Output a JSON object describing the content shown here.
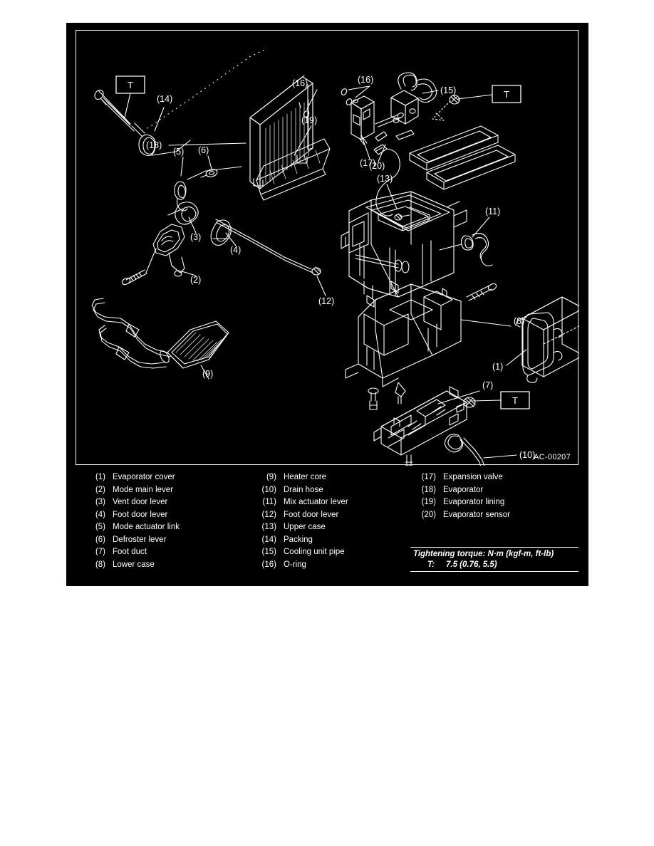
{
  "figure": {
    "code": "AC-00207",
    "torque_marker": "T",
    "callouts": [
      {
        "id": "1",
        "label": "(1)"
      },
      {
        "id": "2",
        "label": "(2)"
      },
      {
        "id": "3",
        "label": "(3)"
      },
      {
        "id": "4",
        "label": "(4)"
      },
      {
        "id": "5",
        "label": "(5)"
      },
      {
        "id": "6",
        "label": "(6)"
      },
      {
        "id": "7",
        "label": "(7)"
      },
      {
        "id": "8",
        "label": "(8)"
      },
      {
        "id": "9",
        "label": "(9)"
      },
      {
        "id": "10",
        "label": "(10)"
      },
      {
        "id": "11",
        "label": "(11)"
      },
      {
        "id": "12",
        "label": "(12)"
      },
      {
        "id": "13",
        "label": "(13)"
      },
      {
        "id": "14",
        "label": "(14)"
      },
      {
        "id": "15",
        "label": "(15)"
      },
      {
        "id": "16a",
        "label": "(16)"
      },
      {
        "id": "16b",
        "label": "(16)"
      },
      {
        "id": "17",
        "label": "(17)"
      },
      {
        "id": "18",
        "label": "(18)"
      },
      {
        "id": "19",
        "label": "(19)"
      },
      {
        "id": "20",
        "label": "(20)"
      }
    ]
  },
  "legend": {
    "column1": [
      {
        "num": "(1)",
        "label": "Evaporator cover"
      },
      {
        "num": "(2)",
        "label": "Mode main lever"
      },
      {
        "num": "(3)",
        "label": "Vent door lever"
      },
      {
        "num": "(4)",
        "label": "Foot door lever"
      },
      {
        "num": "(5)",
        "label": "Mode actuator link"
      },
      {
        "num": "(6)",
        "label": "Defroster lever"
      },
      {
        "num": "(7)",
        "label": "Foot duct"
      },
      {
        "num": "(8)",
        "label": "Lower case"
      }
    ],
    "column2": [
      {
        "num": "(9)",
        "label": "Heater core"
      },
      {
        "num": "(10)",
        "label": "Drain hose"
      },
      {
        "num": "(11)",
        "label": "Mix actuator lever"
      },
      {
        "num": "(12)",
        "label": "Foot door lever"
      },
      {
        "num": "(13)",
        "label": "Upper case"
      },
      {
        "num": "(14)",
        "label": "Packing"
      },
      {
        "num": "(15)",
        "label": "Cooling unit pipe"
      },
      {
        "num": "(16)",
        "label": "O-ring"
      }
    ],
    "column3": [
      {
        "num": "(17)",
        "label": "Expansion valve"
      },
      {
        "num": "(18)",
        "label": "Evaporator"
      },
      {
        "num": "(19)",
        "label": "Evaporator lining"
      },
      {
        "num": "(20)",
        "label": "Evaporator sensor"
      }
    ]
  },
  "torque": {
    "heading": "Tightening torque: N·m (kgf-m, ft-lb)",
    "symbol": "T:",
    "value": "7.5 (0.76, 5.5)"
  },
  "colors": {
    "panel_background": "#000000",
    "line": "#ffffff",
    "page_background": "#ffffff"
  }
}
